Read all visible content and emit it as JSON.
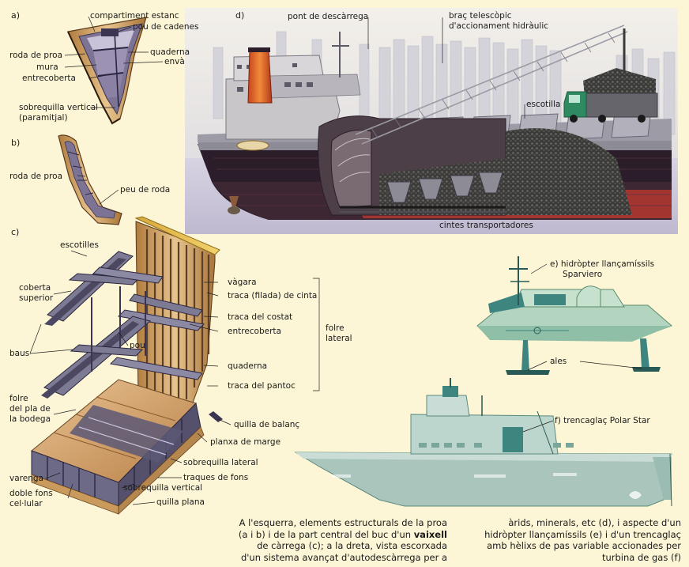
{
  "section_labels": {
    "a": "a)",
    "b": "b)",
    "c": "c)",
    "d": "d)"
  },
  "labels_a": {
    "compartiment_estanc": "compartiment estanc",
    "pou_de_cadenes": "pou de cadenes",
    "roda_de_proa": "roda de proa",
    "quaderna": "quaderna",
    "mura": "mura",
    "enva": "envà",
    "entrecoberta": "entrecoberta",
    "sobrequilla_vertical": "sobrequilla vertical",
    "paramitjal": "(paramitjal)"
  },
  "labels_b": {
    "roda_de_proa": "roda de proa",
    "peu_de_roda": "peu de roda"
  },
  "labels_c": {
    "escotilles": "escotilles",
    "coberta": "coberta",
    "superior": "superior",
    "baus": "baus",
    "pou": "pou",
    "folre": "folre",
    "del_pla_de": "del pla de",
    "la_bodega": "la bodega",
    "varenga": "varenga",
    "doble_fons": "doble fons",
    "cel_lular": "cel·lular",
    "vagara": "vàgara",
    "traca_cinta": "traca (filada) de cinta",
    "traca_costat": "traca del costat",
    "entrecoberta": "entrecoberta",
    "quaderna": "quaderna",
    "traca_pantoc": "traca del pantoc",
    "folre_lateral_1": "folre",
    "folre_lateral_2": "lateral",
    "quilla_balanc": "quilla de balanç",
    "planxa_marge": "planxa de marge",
    "sobrequilla_lateral": "sobrequilla lateral",
    "traques_fons": "traques de fons",
    "sobrequilla_vertical": "sobrequilla vertical",
    "quilla_plana": "quilla plana"
  },
  "labels_d": {
    "pont": "pont de descàrrega",
    "brac_1": "braç telescòpic",
    "brac_2": "d'accionament hidràulic",
    "escotilla": "escotilla",
    "cintes": "cintes transportadores"
  },
  "labels_e": {
    "title_1": "e) hidròpter llançamíssils",
    "title_2": "Sparviero",
    "ales": "ales"
  },
  "labels_f": {
    "title": "f) trencaglaç Polar Star"
  },
  "caption": {
    "left": [
      "A l'esquerra, elements estructurals de la proa",
      "(a i b) i de la part central del buc d'un ",
      "de càrrega (c); a la dreta, vista escorxada",
      "d'un sistema avançat d'autodescàrrega per a"
    ],
    "left_bold": "vaixell",
    "right": [
      "àrids, minerals, etc (d), i aspecte d'un",
      "hidròpter llançamíssils (e) i d'un trencaglaç",
      "amb hèlixs de pas variable accionades per",
      "turbina de gas (f)"
    ]
  },
  "colors": {
    "background": "#fdf6d6",
    "hull_dark": "#2b1d2a",
    "hull_red": "#a33530",
    "hull_grey": "#8d8c96",
    "superstructure": "#c8c6c8",
    "bronze": "#c99a5c",
    "purple_frame": "#6d6a88",
    "hydrofoil": "#b3d5bf",
    "icebreaker": "#aac6bc",
    "teal": "#3e8580",
    "yellow_beam": "#e9c14b"
  }
}
